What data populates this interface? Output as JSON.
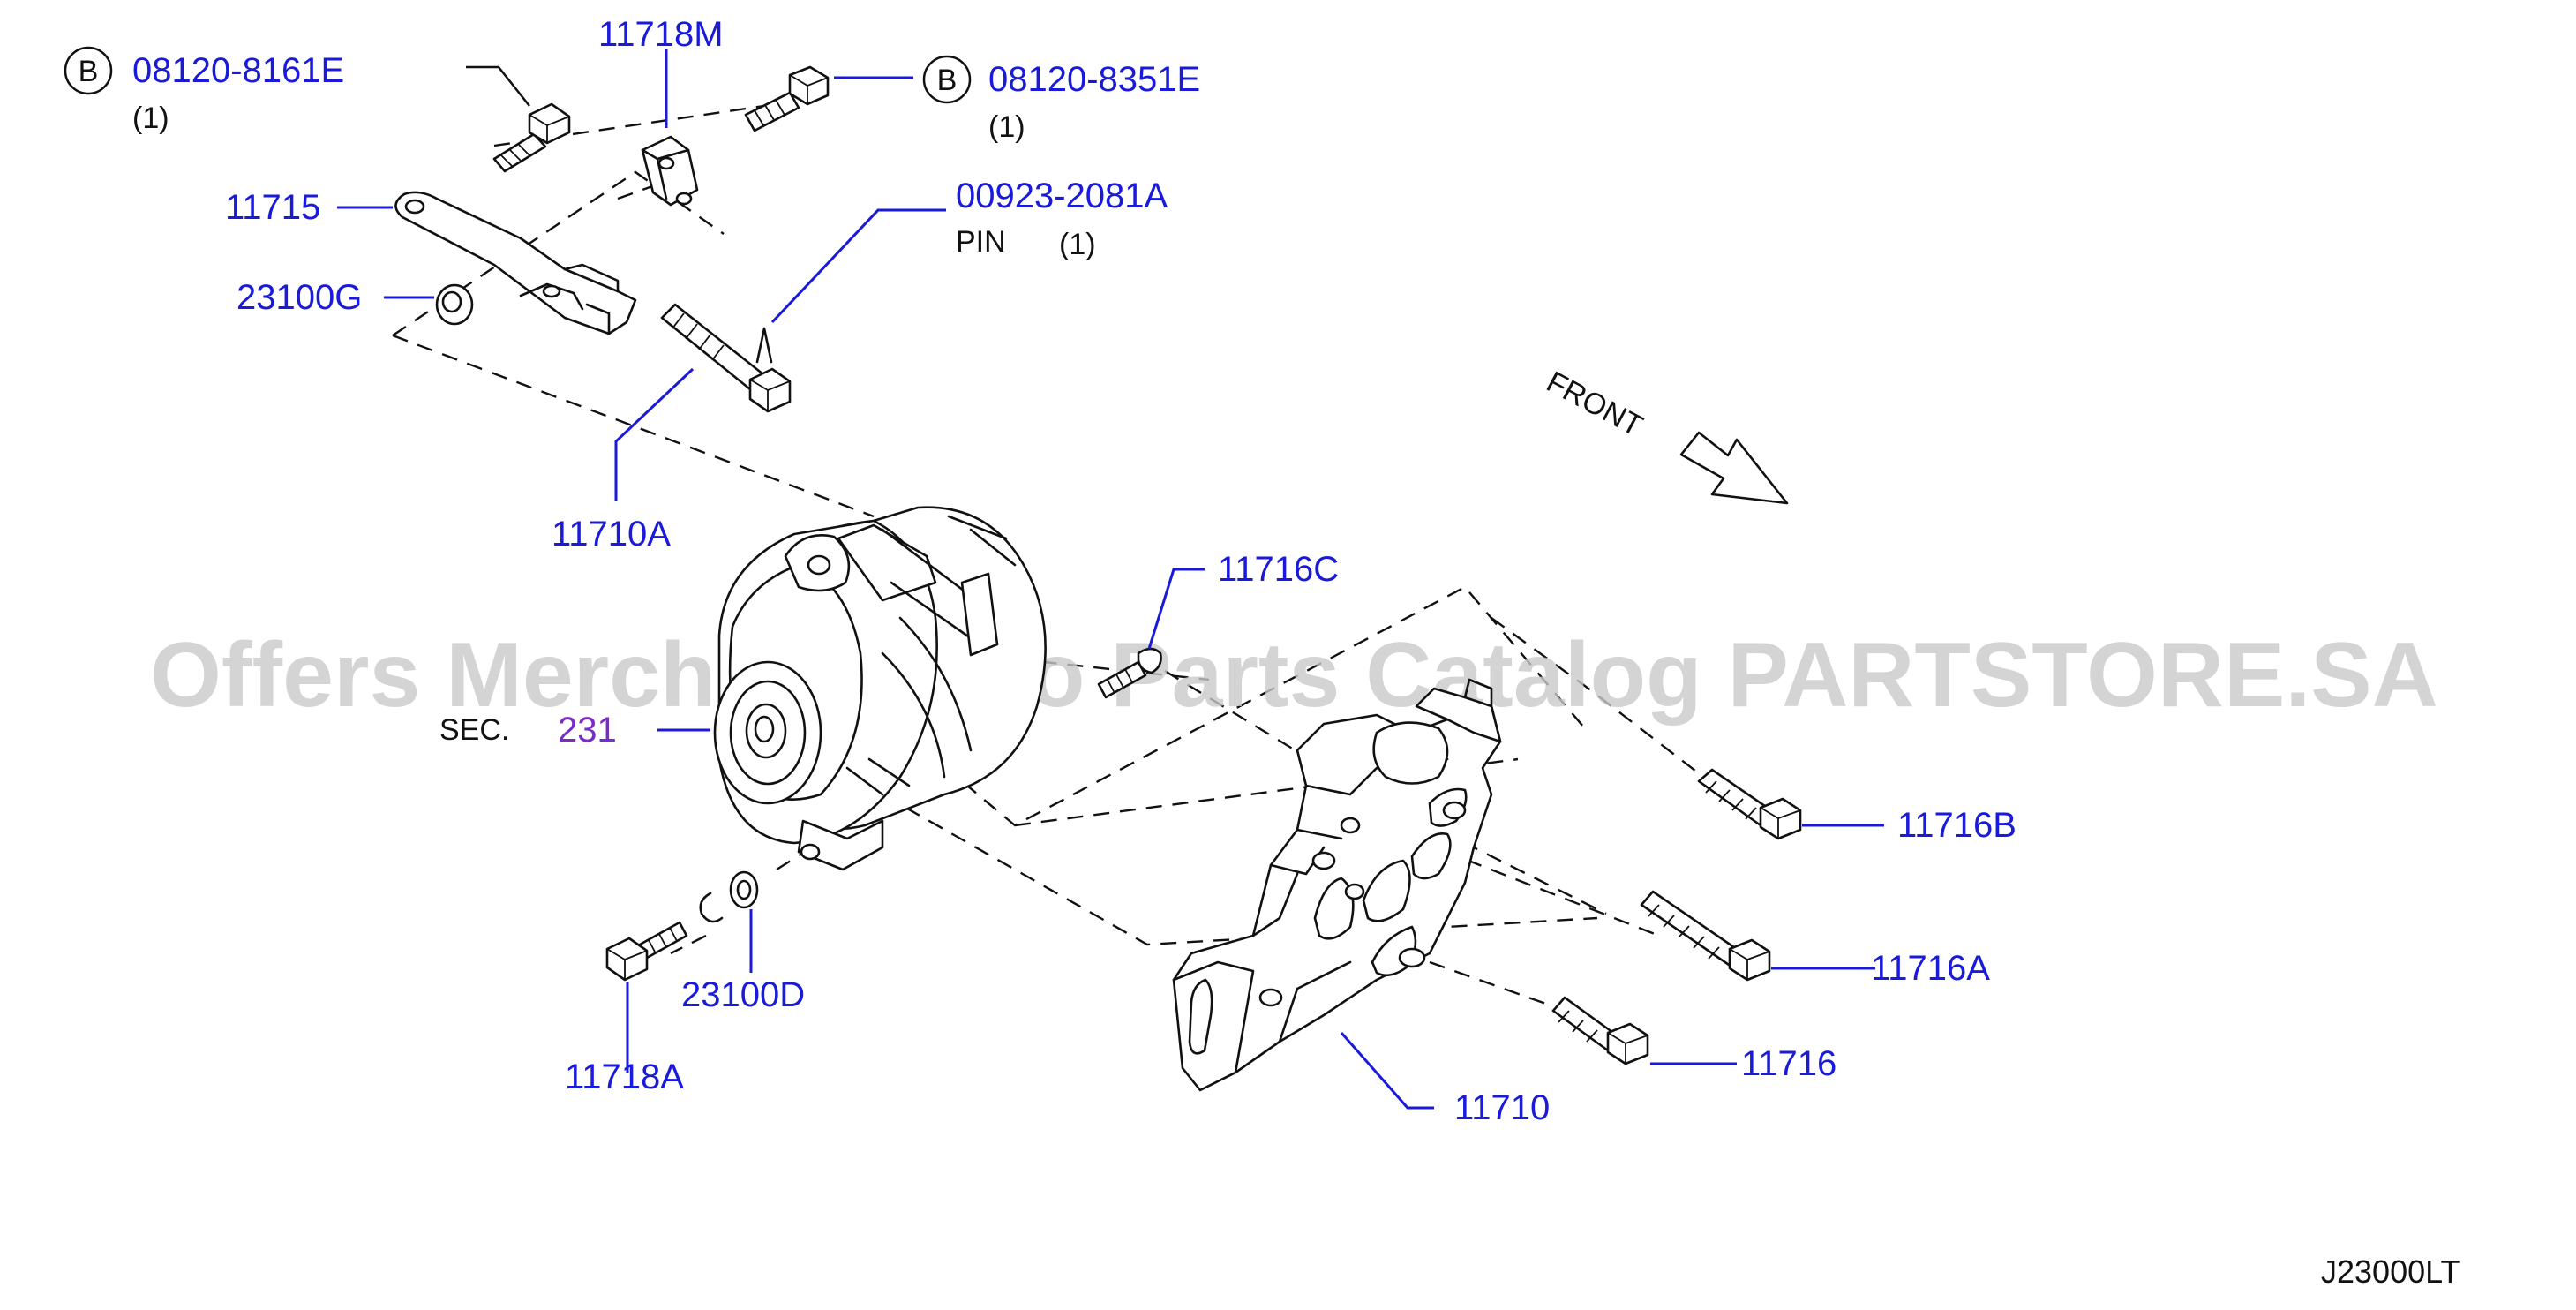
{
  "watermark": "Offers Merchant Auto Parts Catalog PARTSTORE.SA",
  "diagram_code": "J23000LT",
  "front_label": "FRONT",
  "parts": {
    "bolt_b1": {
      "badge": "B",
      "number": "08120-8161E",
      "qty": "(1)"
    },
    "bolt_b2": {
      "badge": "B",
      "number": "08120-8351E",
      "qty": "(1)"
    },
    "p11718m": "11718M",
    "pin": {
      "number": "00923-2081A",
      "name": "PIN",
      "qty": "(1)"
    },
    "p11715": "11715",
    "p23100g": "23100G",
    "p11710a": "11710A",
    "p11716c": "11716C",
    "sec": {
      "prefix": "SEC.",
      "number": "231"
    },
    "p11716b": "11716B",
    "p11716a": "11716A",
    "p11716": "11716",
    "p11710": "11710",
    "p23100d": "23100D",
    "p11718a": "11718A"
  },
  "colors": {
    "part_number": "#1a1adb",
    "section_link": "#7b2bc7",
    "line_art": "#111111",
    "watermark": "#c9c9c9"
  }
}
